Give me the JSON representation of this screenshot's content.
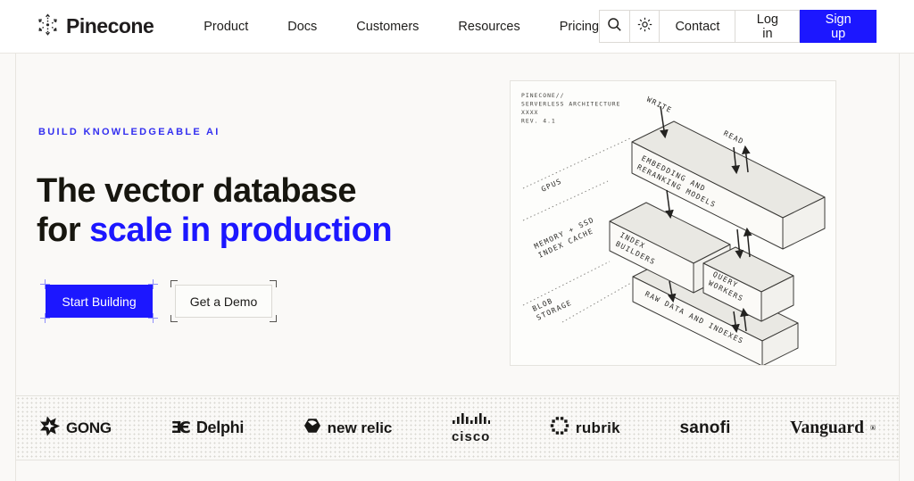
{
  "header": {
    "brand": "Pinecone",
    "nav_links": [
      "Product",
      "Docs",
      "Customers",
      "Resources",
      "Pricing"
    ],
    "contact_label": "Contact",
    "login_label": "Log in",
    "signup_label": "Sign up"
  },
  "hero": {
    "eyebrow": "BUILD KNOWLEDGEABLE AI",
    "title_line1": "The vector database",
    "title_line2_prefix": "for",
    "title_line2_highlight": "scale in production",
    "primary_cta": "Start Building",
    "secondary_cta": "Get a Demo"
  },
  "diagram": {
    "meta_line1": "PINECONE//",
    "meta_line2": "SERVERLESS ARCHITECTURE",
    "meta_line3": "XXXX",
    "meta_line4": "REV. 4.1",
    "labels": {
      "write": "WRITE",
      "read": "READ",
      "gpus": "GPUS",
      "memory_line1": "MEMORY + SSD",
      "memory_line2": "INDEX CACHE",
      "blob_line1": "BLOB",
      "blob_line2": "STORAGE",
      "embedding_line1": "EMBEDDING AND",
      "embedding_line2": "RERANKING MODELS",
      "index_line1": "INDEX",
      "index_line2": "BUILDERS",
      "query_line1": "QUERY",
      "query_line2": "WORKERS",
      "raw": "RAW DATA AND INDEXES"
    }
  },
  "logo_bar": {
    "gong": "GONG",
    "delphi_icon": "ƎЄ",
    "delphi": "Delphi",
    "new_relic": "new relic",
    "cisco": "cisco",
    "rubrik": "rubrik",
    "sanofi": "sanofi",
    "vanguard": "Vanguard",
    "vanguard_reg": "®"
  },
  "colors": {
    "accent": "#1c17ff",
    "page_bg": "#faf9f7",
    "text": "#1b1a18"
  }
}
